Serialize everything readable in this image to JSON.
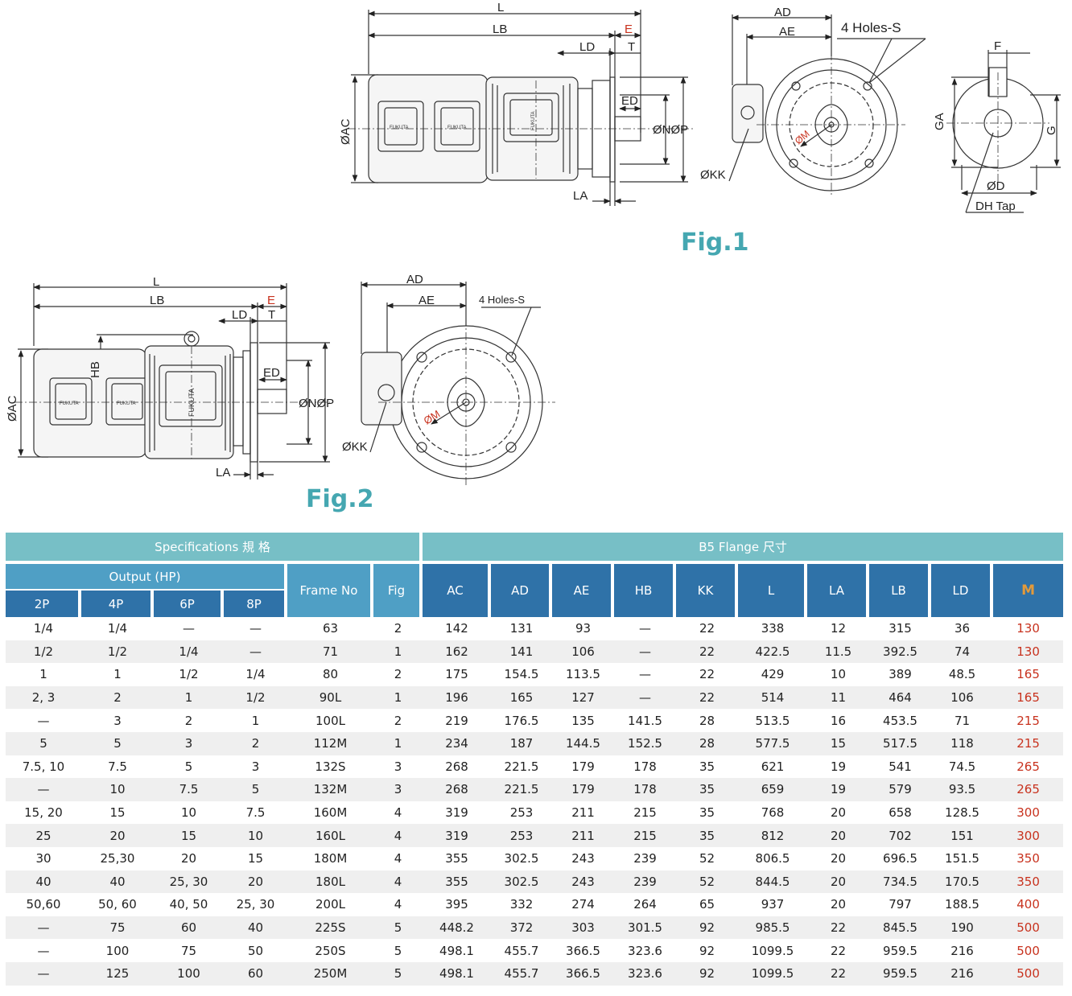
{
  "figures": {
    "fig1": {
      "label": "Fig.1",
      "dims_side": [
        "L",
        "LB",
        "E",
        "LD",
        "T",
        "ED",
        "ØAC",
        "ØNØP",
        "LA"
      ],
      "dims_front": [
        "AD",
        "AE",
        "4 Holes-S",
        "ØKK",
        "ØM"
      ],
      "dims_shaft": [
        "F",
        "GA",
        "G",
        "ØD",
        "DH Tap"
      ],
      "brand": "FUKUTA"
    },
    "fig2": {
      "label": "Fig.2",
      "dims_side": [
        "L",
        "LB",
        "E",
        "LD",
        "T",
        "HB",
        "ED",
        "ØAC",
        "ØNØP",
        "LA"
      ],
      "dims_front": [
        "AD",
        "AE",
        "4 Holes-S",
        "ØKK",
        "ØM"
      ],
      "brand": "FUKUTA"
    }
  },
  "table": {
    "group_specs": "Specifications 規 格",
    "group_flange": "B5 Flange 尺寸",
    "output_header": "Output (HP)",
    "pole_headers": [
      "2P",
      "4P",
      "6P",
      "8P"
    ],
    "frame_header": "Frame No",
    "fig_header": "Fig",
    "dim_headers": [
      "AC",
      "AD",
      "AE",
      "HB",
      "KK",
      "L",
      "LA",
      "LB",
      "LD",
      "M"
    ],
    "highlight_color": "#c8321e",
    "rows": [
      [
        "1/4",
        "1/4",
        "—",
        "—",
        "63",
        "2",
        "142",
        "131",
        "93",
        "—",
        "22",
        "338",
        "12",
        "315",
        "36",
        "130"
      ],
      [
        "1/2",
        "1/2",
        "1/4",
        "—",
        "71",
        "1",
        "162",
        "141",
        "106",
        "—",
        "22",
        "422.5",
        "11.5",
        "392.5",
        "74",
        "130"
      ],
      [
        "1",
        "1",
        "1/2",
        "1/4",
        "80",
        "2",
        "175",
        "154.5",
        "113.5",
        "—",
        "22",
        "429",
        "10",
        "389",
        "48.5",
        "165"
      ],
      [
        "2, 3",
        "2",
        "1",
        "1/2",
        "90L",
        "1",
        "196",
        "165",
        "127",
        "—",
        "22",
        "514",
        "11",
        "464",
        "106",
        "165"
      ],
      [
        "—",
        "3",
        "2",
        "1",
        "100L",
        "2",
        "219",
        "176.5",
        "135",
        "141.5",
        "28",
        "513.5",
        "16",
        "453.5",
        "71",
        "215"
      ],
      [
        "5",
        "5",
        "3",
        "2",
        "112M",
        "1",
        "234",
        "187",
        "144.5",
        "152.5",
        "28",
        "577.5",
        "15",
        "517.5",
        "118",
        "215"
      ],
      [
        "7.5, 10",
        "7.5",
        "5",
        "3",
        "132S",
        "3",
        "268",
        "221.5",
        "179",
        "178",
        "35",
        "621",
        "19",
        "541",
        "74.5",
        "265"
      ],
      [
        "—",
        "10",
        "7.5",
        "5",
        "132M",
        "3",
        "268",
        "221.5",
        "179",
        "178",
        "35",
        "659",
        "19",
        "579",
        "93.5",
        "265"
      ],
      [
        "15, 20",
        "15",
        "10",
        "7.5",
        "160M",
        "4",
        "319",
        "253",
        "211",
        "215",
        "35",
        "768",
        "20",
        "658",
        "128.5",
        "300"
      ],
      [
        "25",
        "20",
        "15",
        "10",
        "160L",
        "4",
        "319",
        "253",
        "211",
        "215",
        "35",
        "812",
        "20",
        "702",
        "151",
        "300"
      ],
      [
        "30",
        "25,30",
        "20",
        "15",
        "180M",
        "4",
        "355",
        "302.5",
        "243",
        "239",
        "52",
        "806.5",
        "20",
        "696.5",
        "151.5",
        "350"
      ],
      [
        "40",
        "40",
        "25, 30",
        "20",
        "180L",
        "4",
        "355",
        "302.5",
        "243",
        "239",
        "52",
        "844.5",
        "20",
        "734.5",
        "170.5",
        "350"
      ],
      [
        "50,60",
        "50, 60",
        "40, 50",
        "25, 30",
        "200L",
        "4",
        "395",
        "332",
        "274",
        "264",
        "65",
        "937",
        "20",
        "797",
        "188.5",
        "400"
      ],
      [
        "—",
        "75",
        "60",
        "40",
        "225S",
        "5",
        "448.2",
        "372",
        "303",
        "301.5",
        "92",
        "985.5",
        "22",
        "845.5",
        "190",
        "500"
      ],
      [
        "—",
        "100",
        "75",
        "50",
        "250S",
        "5",
        "498.1",
        "455.7",
        "366.5",
        "323.6",
        "92",
        "1099.5",
        "22",
        "959.5",
        "216",
        "500"
      ],
      [
        "—",
        "125",
        "100",
        "60",
        "250M",
        "5",
        "498.1",
        "455.7",
        "366.5",
        "323.6",
        "92",
        "1099.5",
        "22",
        "959.5",
        "216",
        "500"
      ]
    ]
  }
}
